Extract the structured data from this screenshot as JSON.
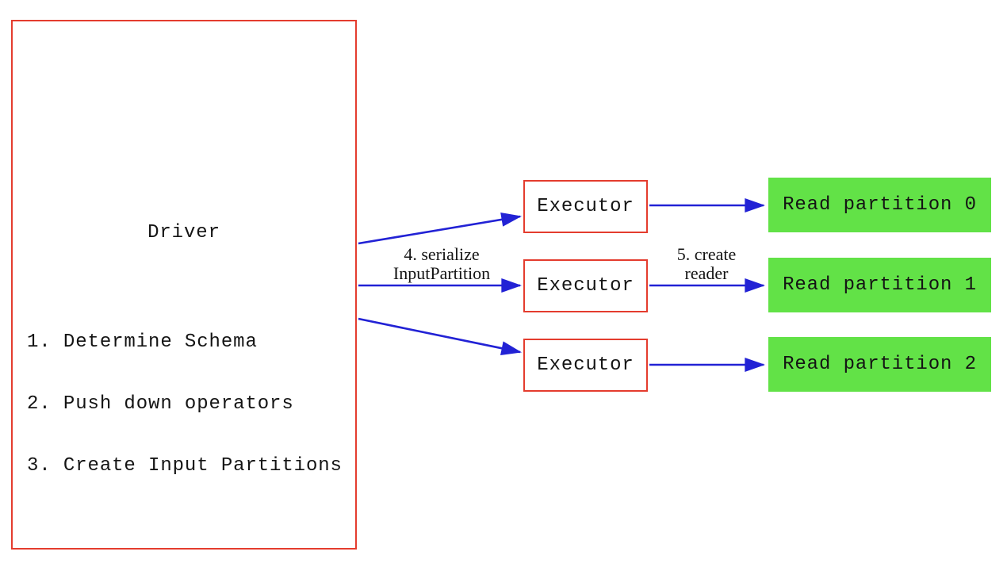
{
  "diagram": {
    "driver": {
      "title": "Driver",
      "steps": [
        "1. Determine Schema",
        "2. Push down operators",
        "3. Create Input Partitions"
      ]
    },
    "executors": [
      {
        "label": "Executor"
      },
      {
        "label": "Executor"
      },
      {
        "label": "Executor"
      }
    ],
    "partitions": [
      {
        "label": "Read partition 0"
      },
      {
        "label": "Read partition 1"
      },
      {
        "label": "Read partition 2"
      }
    ],
    "edge_labels": {
      "serialize_input_partition": {
        "line1": "4. serialize",
        "line2": "InputPartition"
      },
      "create_reader": {
        "line1": "5. create",
        "line2": "reader"
      }
    },
    "colors": {
      "box_border_red": "#e43c2e",
      "arrow_blue": "#2222d5",
      "partition_green": "#62e247",
      "text": "#141414",
      "background": "#ffffff"
    }
  }
}
